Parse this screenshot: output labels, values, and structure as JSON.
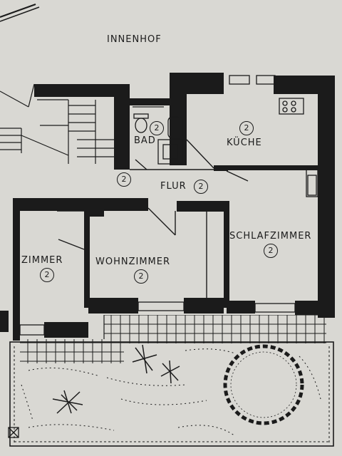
{
  "courtyard": "INNENHOF",
  "rooms": [
    {
      "id": "bad",
      "name": "BAD",
      "number": "2"
    },
    {
      "id": "kueche",
      "name": "KÜCHE",
      "number": "2"
    },
    {
      "id": "flur",
      "name": "FLUR",
      "number": "2"
    },
    {
      "id": "schlafzimmer",
      "name": "SCHLAFZIMMER",
      "number": "2"
    },
    {
      "id": "zimmer",
      "name": "ZIMMER",
      "number": "2"
    },
    {
      "id": "wohnzimmer",
      "name": "WOHNZIMMER",
      "number": "2"
    }
  ],
  "stair_number": "2",
  "colors": {
    "paper": "#d9d8d3",
    "ink": "#1b1b1b"
  }
}
